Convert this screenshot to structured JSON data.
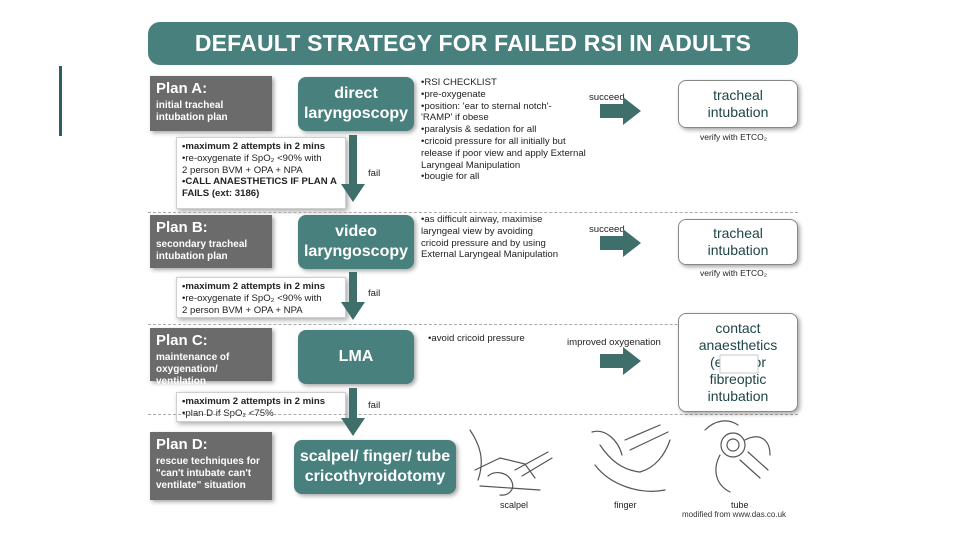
{
  "title": "DEFAULT STRATEGY FOR FAILED RSI IN ADULTS",
  "plans": [
    {
      "title": "Plan A:",
      "subtitle": "initial tracheal intubation plan"
    },
    {
      "title": "Plan B:",
      "subtitle": "secondary tracheal intubation plan"
    },
    {
      "title": "Plan C:",
      "subtitle": "maintenance of oxygenation/ ventilation"
    },
    {
      "title": "Plan D:",
      "subtitle": "rescue techniques for \"can't intubate can't ventilate\" situation"
    }
  ],
  "actions": {
    "a": "direct laryngoscopy",
    "b": "video laryngoscopy",
    "c": "LMA",
    "d": "scalpel/ finger/ tube cricothyroidotomy"
  },
  "notes": {
    "a": "•RSI CHECKLIST\n•pre-oxygenate\n•position: 'ear to sternal notch'-\n'RAMP' if obese\n•paralysis & sedation for all\n•cricoid pressure for all initially but\nrelease if poor view and apply External\nLaryngeal Manipulation\n•bougie for all",
    "b": "•as difficult airway, maximise\nlaryngeal view by avoiding\ncricoid pressure and by using\nExternal Laryngeal Manipulation",
    "c": "•avoid cricoid pressure"
  },
  "attempts": {
    "a_head": "•maximum 2 attempts in 2 mins",
    "a_body": "•re-oxygenate if SpO₂ <90% with\n2 person BVM + OPA + NPA",
    "a_call": "•CALL ANAESTHETICS IF PLAN A\nFAILS (ext: 3186)",
    "b_head": "•maximum 2 attempts in 2 mins",
    "b_body": "•re-oxygenate if SpO₂ <90% with\n2 person BVM + OPA + NPA",
    "c_head": "•maximum 2 attempts in 2 mins",
    "c_body": "•plan D if SpO₂ <75%"
  },
  "arrow_labels": {
    "succeed_a": "succeed",
    "succeed_b": "succeed",
    "improved": "improved oxygenation",
    "fail": "fail"
  },
  "outcomes": {
    "a": [
      "tracheal",
      "intubation"
    ],
    "b": [
      "tracheal",
      "intubation"
    ],
    "c": [
      "contact",
      "anaesthetics",
      "(ext:       ) for",
      "fibreoptic",
      "intubation"
    ],
    "verify": "verify with ETCO₂"
  },
  "tools": [
    "scalpel",
    "finger",
    "tube"
  ],
  "credit": "modified from www.das.co.uk",
  "colors": {
    "teal": "#48807e",
    "grey": "#6b6b6b",
    "arrow": "#3e6f6b"
  }
}
